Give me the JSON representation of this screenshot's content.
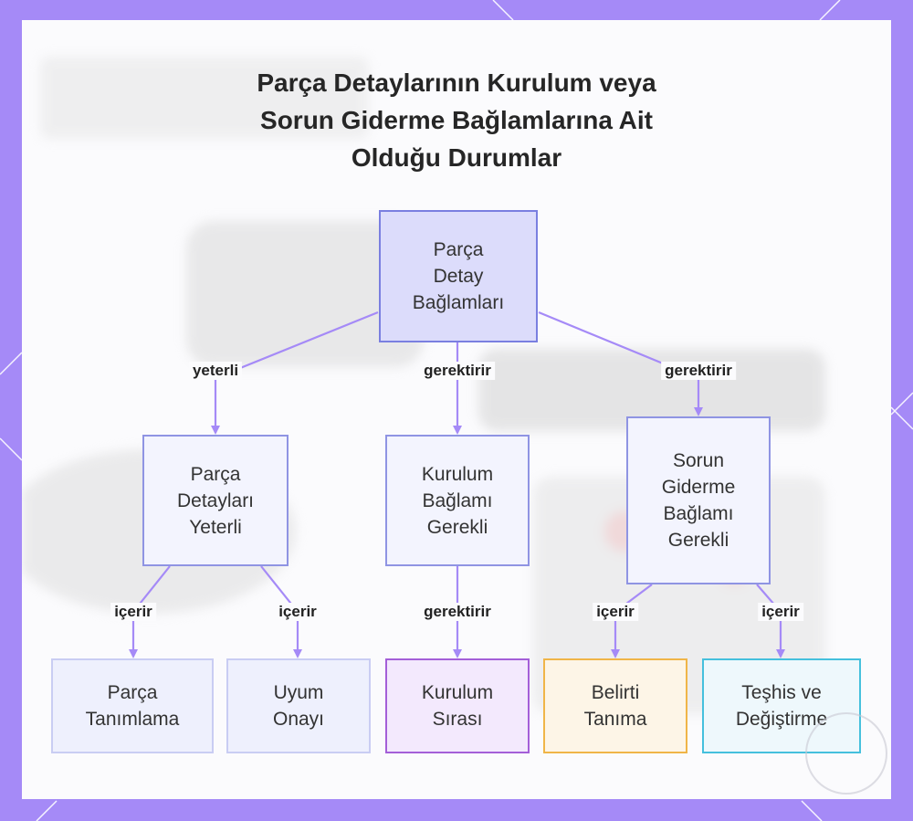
{
  "title": {
    "line1": "Parça Detaylarının Kurulum veya",
    "line2": "Sorun Giderme Bağlamlarına Ait",
    "line3": "Olduğu Durumlar"
  },
  "nodes": {
    "root": [
      "Parça",
      "Detay",
      "Bağlamları"
    ],
    "sufficient": [
      "Parça",
      "Detayları",
      "Yeterli"
    ],
    "install_needed": [
      "Kurulum",
      "Bağlamı",
      "Gerekli"
    ],
    "troubleshoot_needed": [
      "Sorun",
      "Giderme",
      "Bağlamı",
      "Gerekli"
    ],
    "part_identification": [
      "Parça",
      "Tanımlama"
    ],
    "compatibility": [
      "Uyum",
      "Onayı"
    ],
    "install_sequence": [
      "Kurulum",
      "Sırası"
    ],
    "symptom": [
      "Belirti",
      "Tanıma"
    ],
    "diagnosis": [
      "Teşhis ve",
      "Değiştirme"
    ]
  },
  "edges": {
    "root_sufficient": "yeterli",
    "root_install": "gerektirir",
    "root_troubleshoot": "gerektirir",
    "sufficient_part": "içerir",
    "sufficient_compat": "içerir",
    "install_sequence": "gerektirir",
    "trouble_symptom": "içerir",
    "trouble_diagnosis": "içerir"
  },
  "colors": {
    "frame": "#a58af7",
    "connector": "#a58af7",
    "root_fill": "#dcdcfb",
    "root_border": "#7a7fe0",
    "leaf_purple_border": "#a45fd8",
    "leaf_orange_border": "#f0b548",
    "leaf_cyan_border": "#45c0dd"
  }
}
